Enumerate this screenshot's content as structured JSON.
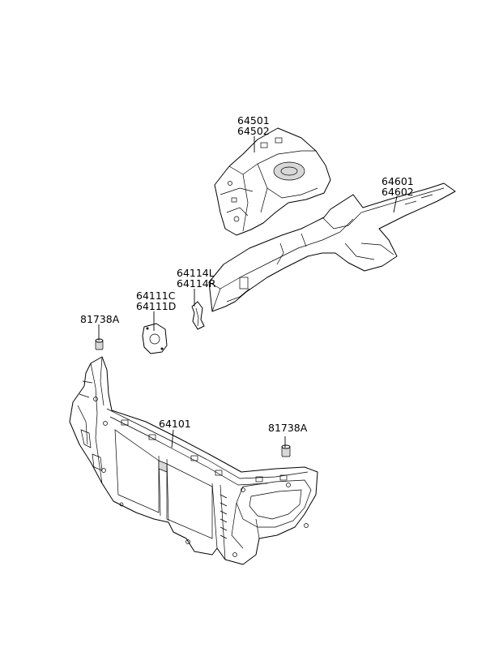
{
  "labels": {
    "apron_a": "64501",
    "apron_b": "64502",
    "member_a": "64601",
    "member_b": "64602",
    "bracket_l": "64114L",
    "bracket_r": "64114R",
    "plate_c": "64111C",
    "plate_d": "64111D",
    "nut_left": "81738A",
    "carrier": "64101",
    "nut_right": "81738A"
  }
}
